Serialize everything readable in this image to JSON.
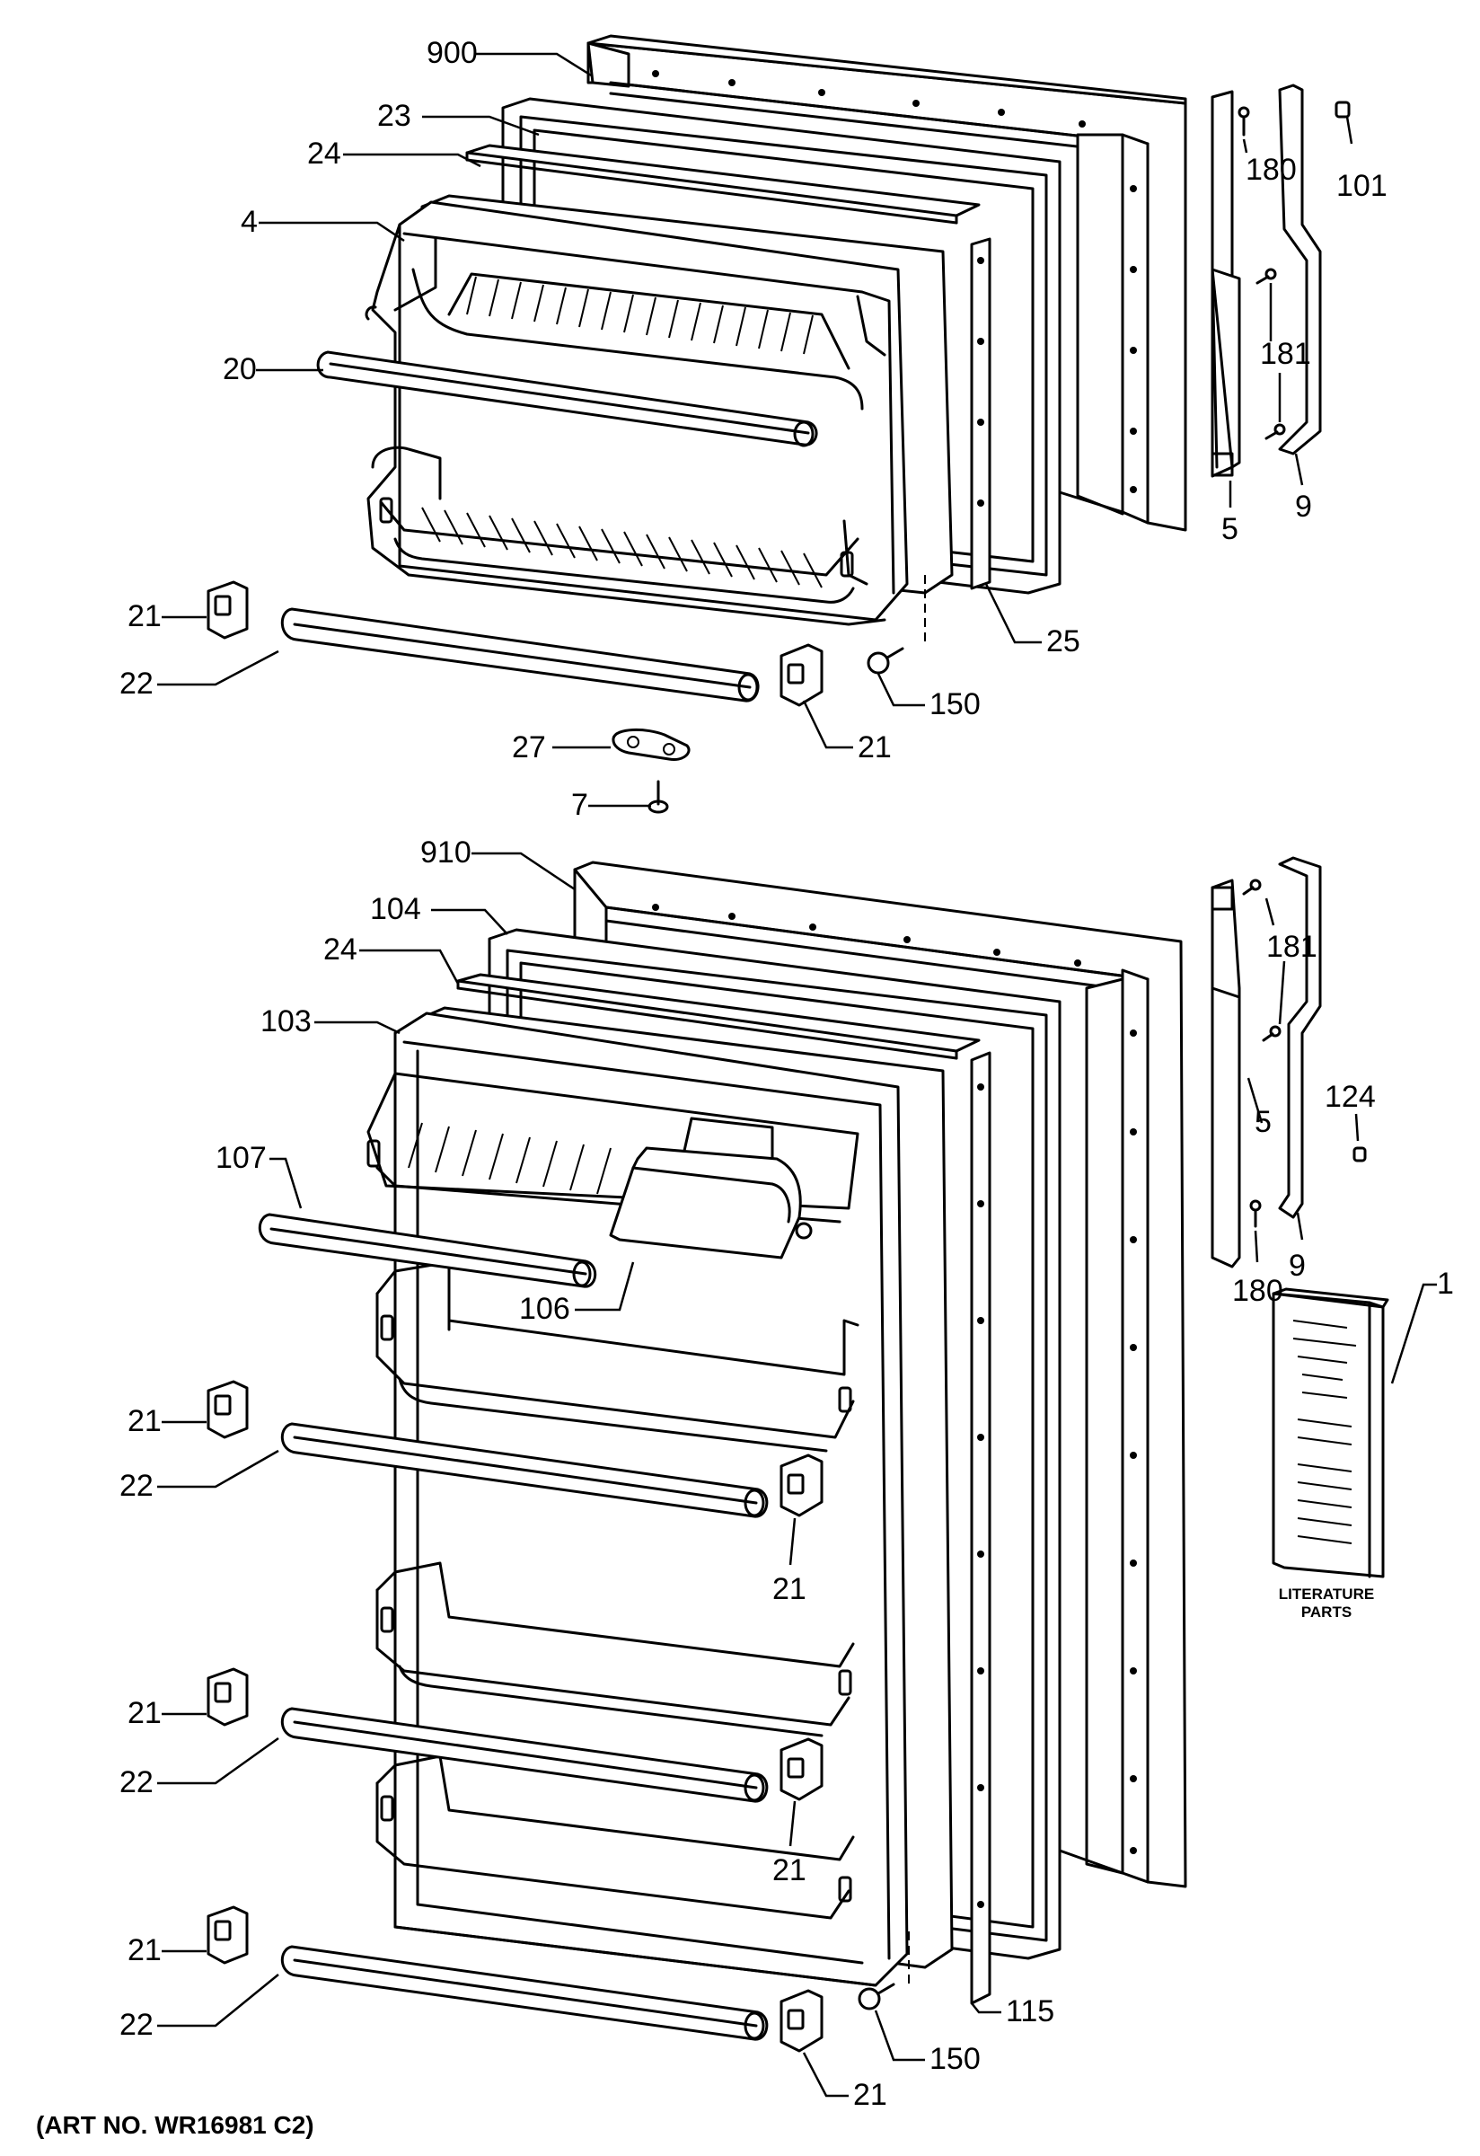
{
  "callouts": {
    "p900": "900",
    "p23": "23",
    "p24_top": "24",
    "p4": "4",
    "p20": "20",
    "p21_a": "21",
    "p22_a": "22",
    "p27": "27",
    "p7": "7",
    "p21_b": "21",
    "p150_a": "150",
    "p25": "25",
    "p180_top": "180",
    "p101": "101",
    "p181_top": "181",
    "p5_top": "5",
    "p9_top": "9",
    "p910": "910",
    "p104": "104",
    "p24_bot": "24",
    "p103": "103",
    "p107": "107",
    "p106": "106",
    "p21_c": "21",
    "p22_c": "22",
    "p21_d": "21",
    "p21_e": "21",
    "p22_e": "22",
    "p21_f": "21",
    "p21_g": "21",
    "p22_g": "22",
    "p21_h": "21",
    "p150_b": "150",
    "p115": "115",
    "p181_bot": "181",
    "p5_bot": "5",
    "p124": "124",
    "p9_bot": "9",
    "p180_bot": "180",
    "p1": "1"
  },
  "literature": {
    "line1": "LITERATURE",
    "line2": "PARTS"
  },
  "footer": {
    "art_number": "(ART NO. WR16981 C2)"
  }
}
